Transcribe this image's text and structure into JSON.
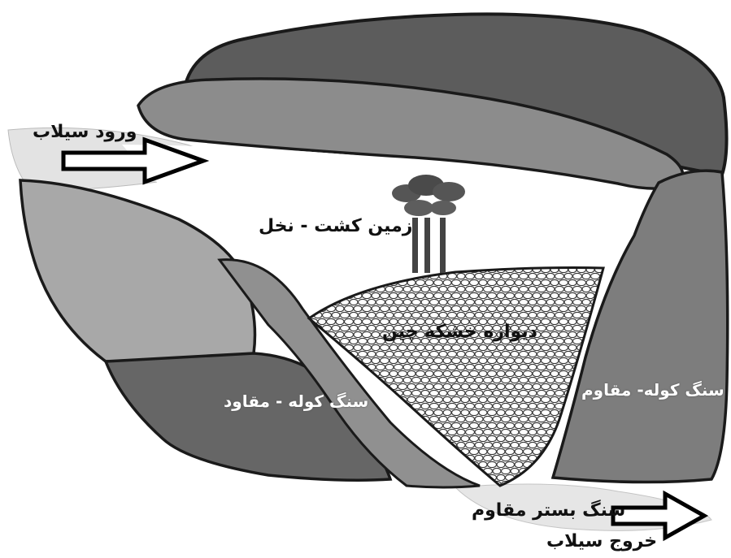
{
  "labels": {
    "flood_inlet": "ورود سیلاب",
    "farmland_palm": "زمین کشت - نخل",
    "dry_stone_wall": "دیواره خشکه چین",
    "boulder_left": "سنگ کوله - مقاود",
    "boulder_right": "سنگ کوله- مقاوم",
    "bedrock": "سنگ بستر مقاوم",
    "flood_outlet": "خروج سیلاب"
  },
  "colors": {
    "dark_rock": "#5c5c5c",
    "medium_rock": "#8c8c8c",
    "light_rock": "#a8a8a8",
    "boulder_right_fill": "#7d7d7d",
    "band_fill": "#909090",
    "outline": "#1a1a1a",
    "farmland": "#ffffff",
    "flood_water": "#d9d9d9",
    "palm": "#444444"
  }
}
